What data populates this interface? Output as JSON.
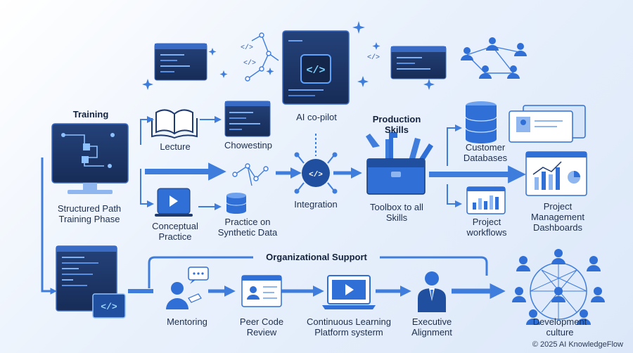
{
  "labels": {
    "training_title": "Training",
    "structured_path": "Structured Path\nTraining Phase",
    "lecture": "Lecture",
    "showcase": "Chowestinp",
    "conceptual_practice": "Conceptual\nPractice",
    "practice_synthetic": "Practice on\nSynthetic Data",
    "ai_copilot": "AI co-pilot",
    "integration": "Integration",
    "production_skills": "Production\nSkills",
    "toolbox": "Toolbox to  all\nSkills",
    "customer_databases": "Customer\nDatabases",
    "project_management": "Project Management\nDashboards",
    "project_workflows": "Project\nworkflows",
    "org_support": "Organizational Support",
    "mentoring": "Mentoring",
    "peer_code_review": "Peer Code\nReview",
    "continuous_learning": "Continuous Learning\nPlatform systerm",
    "executive_alignment": "Executive\nAlignment",
    "development_culture": "Development culture"
  },
  "code_tag": "</>",
  "footer": {
    "copyright": "© 2025 AI KnowledgeFlow"
  },
  "colors": {
    "primary": "#2f6fd6",
    "dark_navy": "#1e3462",
    "light_blue": "#8fb6ee",
    "arrow": "#3f7ddc",
    "background": "#eaf2fc"
  }
}
